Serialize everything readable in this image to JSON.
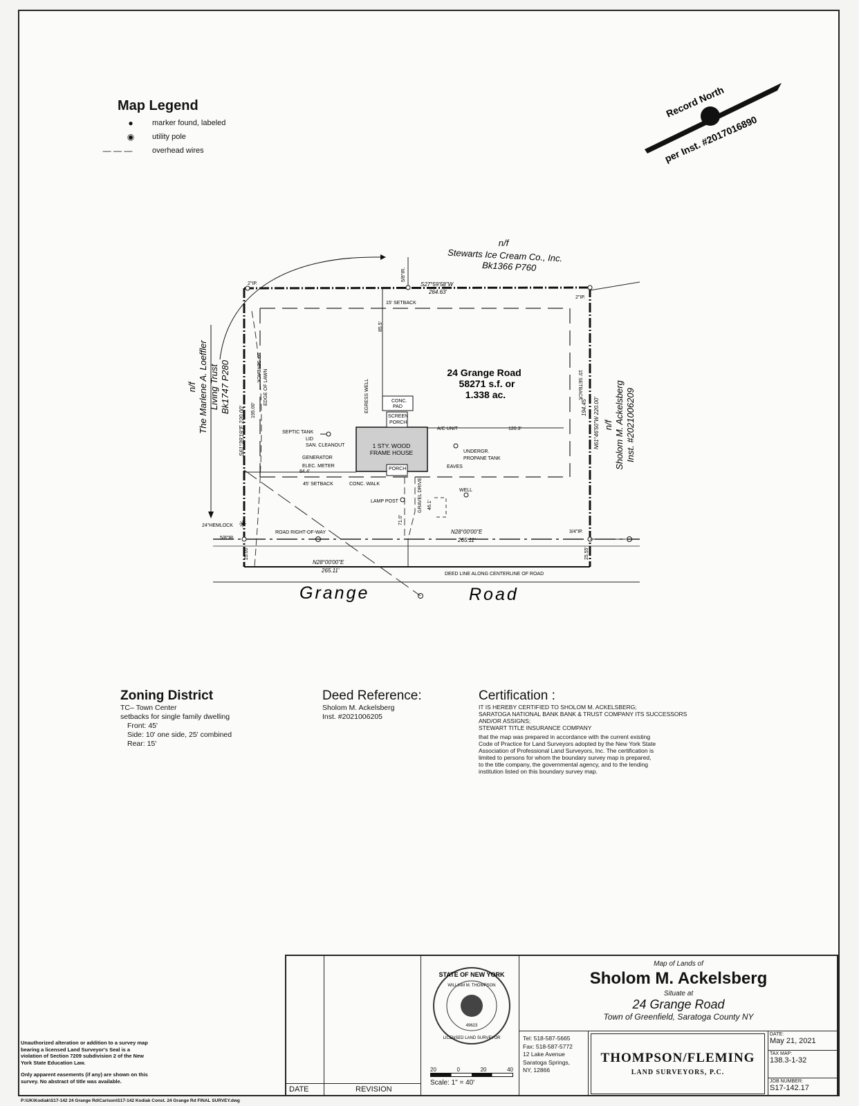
{
  "legend": {
    "title": "Map Legend",
    "items": [
      {
        "symbol": "●",
        "icon": "marker-dot-icon",
        "label": "marker found, labeled"
      },
      {
        "symbol": "◉",
        "icon": "utility-pole-icon",
        "label": "utility pole"
      },
      {
        "symbol": "— — —",
        "icon": "overhead-wire-icon",
        "label": "overhead wires"
      }
    ]
  },
  "north": {
    "top": "Record North",
    "bottom": "per Inst. #2017016890"
  },
  "plan": {
    "north_neighbor": [
      "n/f",
      "Stewarts Ice Cream Co., Inc.",
      "Bk1366 P760"
    ],
    "west_neighbor": [
      "n/f",
      "The Marlene A. Loeffler",
      "Living Trust",
      "Bk1747 P280"
    ],
    "east_neighbor": [
      "n/f",
      "Sholom M. Ackelsberg",
      "Inst. #2021006209"
    ],
    "parcel": [
      "24 Grange Road",
      "58271 s.f. or",
      "1.338 ac."
    ],
    "house": [
      "1 STY. WOOD",
      "FRAME HOUSE"
    ],
    "bearings": {
      "north_bearing": "S27°59'58\"W",
      "north_dist": "264.63'",
      "west_bearing": "S61°39'19\"E 220.00'",
      "east_bearing": "N61°46'50\"W 220.00'",
      "east_dist": "194.45'",
      "row_bearing": "N28°00'00\"E",
      "row_dist": "265.11'",
      "deed_bearing": "N28°00'00\"E",
      "deed_dist": "265.11'"
    },
    "labels": {
      "ip_nw": "2\"IP.",
      "ip_ne": "2\"IP.",
      "rebar_n": "5/8\"IR.",
      "rebar_sw": "5/8\"IR.",
      "ip_se": "3/4\"IP.",
      "hemlock": "24\"HEMLOCK",
      "setback_n": "15' SETBACK",
      "setback_w": "10' SETBACK",
      "setback_e": "15' SETBACK",
      "setback_s": "45' SETBACK",
      "edge_lawn": "EDGE OF LAWN",
      "dist_195": "195.00'",
      "dist_85": "85.5'",
      "dist_120": "120.3'",
      "dist_84": "84.4'",
      "dist_71": "71.0'",
      "dist_46": "46.1'",
      "dist_25w": "25.00'",
      "dist_25e": "25.55'",
      "egress": "EGRESS WELL",
      "conc_pad": [
        "CONC.",
        "PAD"
      ],
      "screen_porch": [
        "SCREEN",
        "PORCH"
      ],
      "ac_unit": "A/C UNIT",
      "septic": [
        "SEPTIC TANK",
        "LID"
      ],
      "san_clean": "SAN. CLEANOUT",
      "generator": "GENERATOR",
      "elec_meter": "ELEC. METER",
      "porch": "PORCH",
      "eaves": "EAVES",
      "propane": [
        "UNDERGR.",
        "PROPANE TANK"
      ],
      "well": "WELL",
      "conc_walk": "CONC. WALK",
      "lamp_post": "LAMP POST",
      "gravel": "GRAVEL DRIVE",
      "row": "ROAD RIGHT-OF-WAY",
      "deed_line": "DEED LINE ALONG CENTERLINE OF ROAD",
      "road1": "Grange",
      "road2": "Road"
    }
  },
  "zoning": {
    "title": "Zoning District",
    "lines": [
      "TC– Town Center",
      "setbacks for single family dwelling",
      "Front: 45'",
      "Side: 10' one side, 25' combined",
      "Rear: 15'"
    ]
  },
  "deed": {
    "title": "Deed Reference:",
    "lines": [
      "Sholom M. Ackelsberg",
      "Inst. #2021006205"
    ]
  },
  "certification": {
    "title": "Certification :",
    "lines": [
      "IT IS HEREBY CERTIFIED TO SHOLOM M. ACKELSBERG;",
      "SARATOGA NATIONAL BANK BANK & TRUST COMPANY ITS SUCCESSORS",
      "AND/OR ASSIGNS;",
      "STEWART TITLE INSURANCE COMPANY",
      "that the map was prepared in accordance with the current existing",
      "Code of Practice for Land Surveyors adopted by the New York State",
      "Association of Professional Land Surveyors, Inc.  The certification is",
      "limited to persons for whom the boundary survey map is prepared,",
      "to the title company, the governmental agency, and to the lending",
      "institution listed on this boundary survey map."
    ]
  },
  "disclaimer": {
    "p1": "Unauthorized alteration or addition to a survey map bearing a licensed Land Surveyor's Seal is a violation of Section 7209 subdivision 2 of the New York State Education Law.",
    "p2": "Only apparent easements (if any) are shown on this survey.  No abstract of title was available."
  },
  "file_path": "P:\\UK\\Kodiak\\S17-142 24 Grange Rd\\Carlson\\S17-142 Kodiak Const. 24 Grange Rd FINAL SURVEY.dwg",
  "title_block": {
    "date_label": "DATE",
    "revision_label": "REVISION",
    "seal_text": "STATE OF NEW YORK",
    "seal_name": "WILLIAM M. THOMPSON",
    "seal_bottom": "LICENSED LAND SURVEYOR",
    "seal_number": "49623",
    "map_of": "Map of Lands of",
    "owner": "Sholom M. Ackelsberg",
    "situate": "Situate at",
    "address": "24 Grange Road",
    "town": "Town of Greenfield, Saratoga County NY",
    "contact": [
      "Tel: 518-587-5665",
      "Fax: 518-587-5772",
      "12 Lake Avenue",
      "Saratoga Springs,",
      "NY, 12866"
    ],
    "firm": "THOMPSON/FLEMING",
    "firm_sub": "LAND SURVEYORS, P.C.",
    "date_title": "DATE:",
    "date": "May 21, 2021",
    "tax_title": "TAX MAP:",
    "tax": "138.3-1-32",
    "job_title": "JOB NUMBER:",
    "job": "S17-142.17",
    "scale_ticks": [
      "20",
      "0",
      "20",
      "40"
    ],
    "scale": "Scale: 1\" = 40'"
  }
}
